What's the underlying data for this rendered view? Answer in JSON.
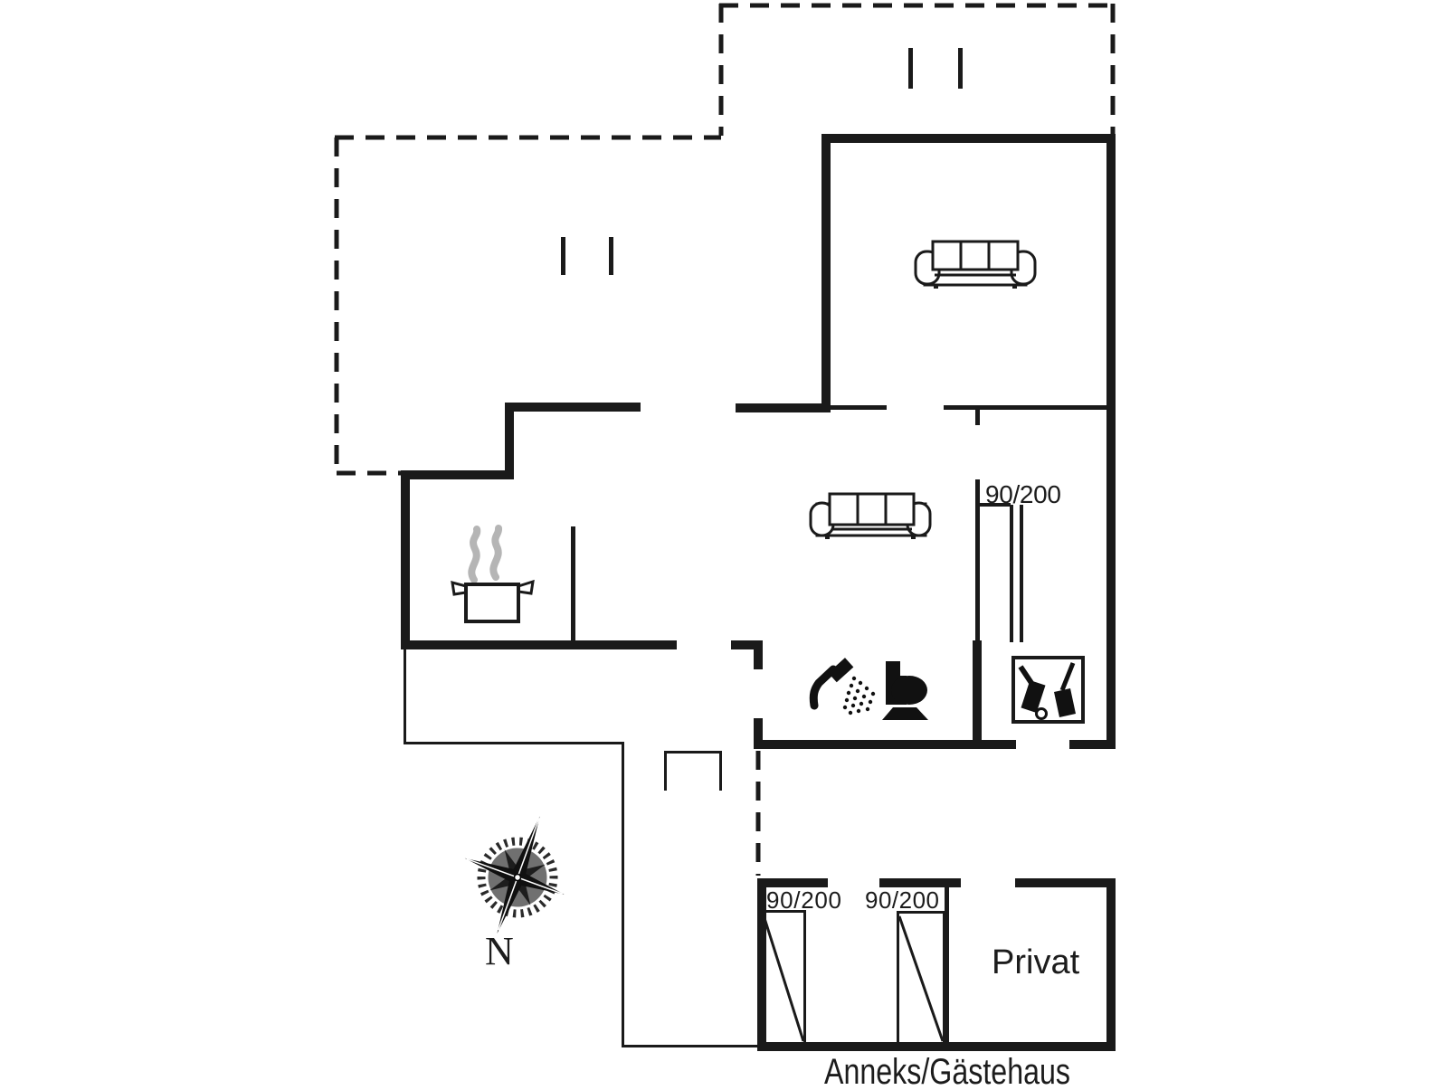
{
  "colors": {
    "background": "#ffffff",
    "line": "#1a1a1a",
    "steam": "#b5b5b5",
    "compass_inner": "#707070"
  },
  "labels": {
    "door_hall": "90/200",
    "bed_left": "90/200",
    "bed_right": "90/200",
    "private_room": "Privat",
    "annex_caption": "Anneks/Gästehaus",
    "compass_north": "N"
  },
  "icons": {
    "sofa_top_room": "sofa-icon",
    "sofa_living_room": "sofa-icon",
    "kitchen": "cooking-pot-icon",
    "bathroom_shower": "shower-icon",
    "bathroom_toilet": "toilet-icon",
    "storage": "cleaning-closet-icon",
    "annex_beds": "bed-icon",
    "orientation": "compass-rose-icon"
  }
}
